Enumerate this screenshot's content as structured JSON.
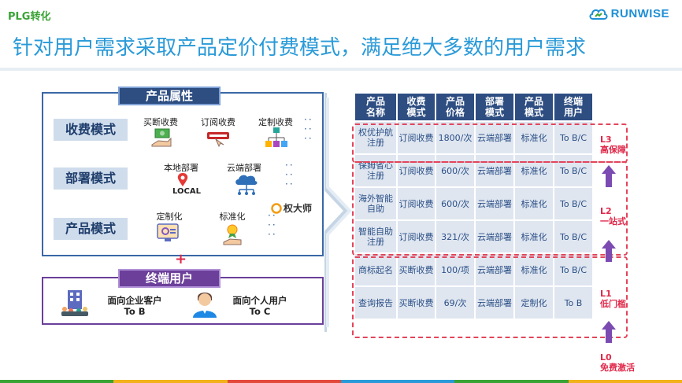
{
  "header": {
    "tag": "PLG转化",
    "brand": "RUNWISE",
    "title": "针对用户需求采取产品定价付费模式，满足绝大多数的用户需求"
  },
  "attributes": {
    "header": "产品属性",
    "rows": [
      {
        "label": "收费模式",
        "items": [
          "买断收费",
          "订阅收费",
          "定制收费"
        ]
      },
      {
        "label": "部署模式",
        "items": [
          "本地部署",
          "云端部署"
        ],
        "badges": [
          "LOCAL",
          "权大师"
        ]
      },
      {
        "label": "产品模式",
        "items": [
          "定制化",
          "标准化"
        ]
      }
    ],
    "dots": "··"
  },
  "plus": "+",
  "users": {
    "header": "终端用户",
    "enterprise": [
      "面向企业客户",
      "To B"
    ],
    "personal": [
      "面向个人用户",
      "To C"
    ]
  },
  "table": {
    "headers": [
      [
        "产品",
        "名称"
      ],
      [
        "收费",
        "模式"
      ],
      [
        "产品",
        "价格"
      ],
      [
        "部署",
        "模式"
      ],
      [
        "产品",
        "模式"
      ],
      [
        "终端",
        "用户"
      ]
    ],
    "rows": [
      [
        [
          "权优护航",
          "注册"
        ],
        [
          "订阅收费"
        ],
        [
          "1800/次"
        ],
        [
          "云端部署"
        ],
        [
          "标准化"
        ],
        [
          "To B/C"
        ]
      ],
      [
        [
          "保姆省心",
          "注册"
        ],
        [
          "订阅收费"
        ],
        [
          "600/次"
        ],
        [
          "云端部署"
        ],
        [
          "标准化"
        ],
        [
          "To B/C"
        ]
      ],
      [
        [
          "海外智能",
          "自助"
        ],
        [
          "订阅收费"
        ],
        [
          "600/次"
        ],
        [
          "云端部署"
        ],
        [
          "标准化"
        ],
        [
          "To B/C"
        ]
      ],
      [
        [
          "智能自助",
          "注册"
        ],
        [
          "订阅收费"
        ],
        [
          "321/次"
        ],
        [
          "云端部署"
        ],
        [
          "标准化"
        ],
        [
          "To B/C"
        ]
      ],
      [
        [
          "商标起名"
        ],
        [
          "买断收费"
        ],
        [
          "100/项"
        ],
        [
          "云端部署"
        ],
        [
          "标准化"
        ],
        [
          "To B/C"
        ]
      ],
      [
        [
          "查询报告"
        ],
        [
          "买断收费"
        ],
        [
          "69/次"
        ],
        [
          "云端部署"
        ],
        [
          "定制化"
        ],
        [
          "To B"
        ]
      ]
    ]
  },
  "levels": {
    "l3": [
      "L3",
      "高保障"
    ],
    "l2": [
      "L2",
      "一站式"
    ],
    "l1": [
      "L1",
      "低门槛"
    ],
    "l0": [
      "L0",
      "免费激活"
    ]
  },
  "colors": {
    "accent": "#2a9ad8",
    "navy": "#2e4e82",
    "purple": "#6b3f9a",
    "red": "#e0294a"
  }
}
